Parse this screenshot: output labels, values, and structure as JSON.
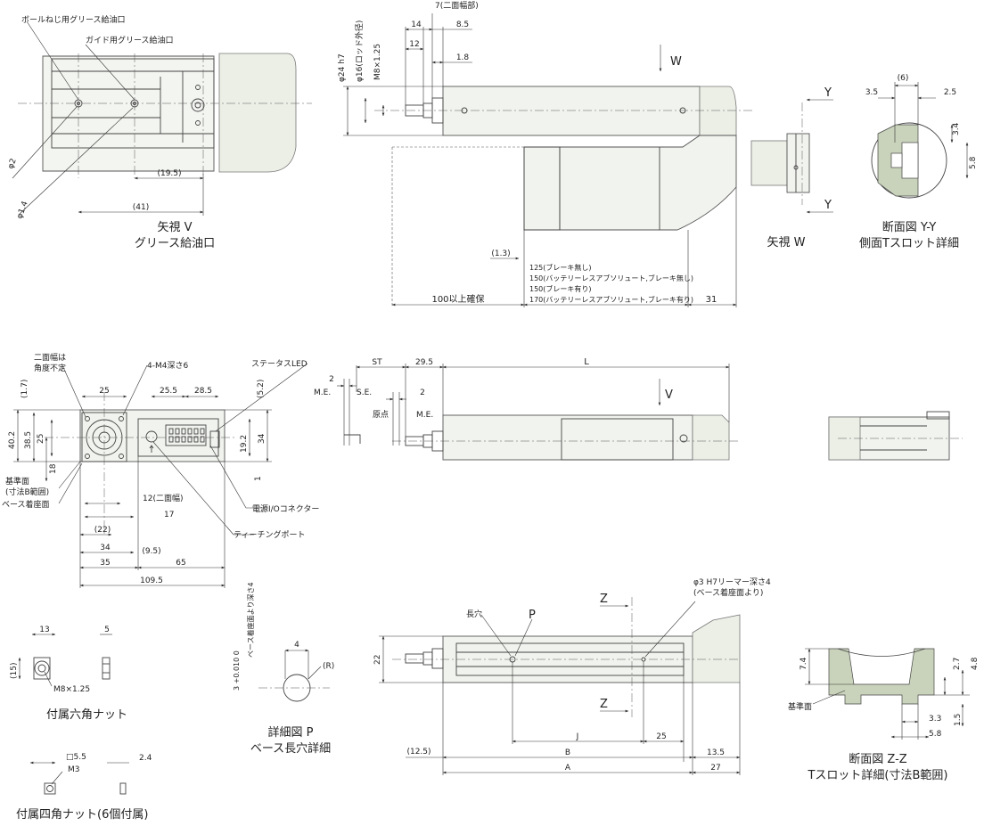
{
  "labels": {
    "view_v_grease_ballscrew": "ボールねじ用グリース給油口",
    "view_v_grease_guide": "ガイド用グリース給油口",
    "view_v_phi2": "φ2",
    "view_v_phi14": "φ1.4",
    "view_v_19_5": "(19.5)",
    "view_v_41": "(41)",
    "view_v_title": "矢視 V",
    "view_v_subtitle": "グリース給油口",
    "top_7": "7(二面幅部)",
    "top_14": "14",
    "top_8_5": "8.5",
    "top_12": "12",
    "top_1_8": "1.8",
    "top_m8": "M8×1.25",
    "top_phi16": "φ16(ロッド外径)",
    "top_phi24": "φ24 h7",
    "top_w": "W",
    "top_1_3": "(1.3)",
    "top_125": "125(ブレーキ無し)",
    "top_150a": "150(バッテリーレスアブソリュート,ブレーキ無し)",
    "top_150b": "150(ブレーキ有り)",
    "top_170": "170(バッテリーレスアブソリュート,ブレーキ有り)",
    "top_100": "100以上確保",
    "top_31": "31",
    "view_w_y1": "Y",
    "view_w_y2": "Y",
    "view_w_title": "矢視 W",
    "yy_6": "(6)",
    "yy_3_5": "3.5",
    "yy_2_5": "2.5",
    "yy_3_4": "3.4",
    "yy_5_8": "5.8",
    "yy_title": "断面図 Y-Y",
    "yy_subtitle": "側面Tスロット詳細",
    "front_nifuku": "二面幅は",
    "front_kakudo": "角度不定",
    "front_m4": "4-M4深さ6",
    "front_status": "ステータスLED",
    "front_1_7": "(1.7)",
    "front_25a": "25",
    "front_25_5": "25.5",
    "front_28_5": "28.5",
    "front_5_2": "(5.2)",
    "front_40_2": "40.2",
    "front_38_5": "38.5",
    "front_25b": "25",
    "front_34": "34",
    "front_19_2": "19.2",
    "front_18": "18",
    "front_1": "1",
    "front_kijunmen": "基準面",
    "front_sunpo_b": "(寸法B範囲)",
    "front_base": "ベース着座面",
    "front_12": "12(二面幅)",
    "front_17": "17",
    "front_22": "(22)",
    "front_34b": "34",
    "front_35": "35",
    "front_9_5": "(9.5)",
    "front_65": "65",
    "front_109_5": "109.5",
    "front_power": "電源I/Oコネクター",
    "front_teaching": "ティーチングポート",
    "side_2a": "2",
    "side_me1": "M.E.",
    "side_se": "S.E.",
    "side_st": "ST",
    "side_29_5": "29.5",
    "side_2b": "2",
    "side_genten": "原点",
    "side_me2": "M.E.",
    "side_l": "L",
    "side_v": "V",
    "nut6_13": "13",
    "nut6_5": "5",
    "nut6_15": "(15)",
    "nut6_m8": "M8×1.25",
    "nut6_title": "付属六角ナット",
    "nut4_sq": "□5.5",
    "nut4_m3": "M3",
    "nut4_2_4": "2.4",
    "nut4_title": "付属四角ナット(6個付属)",
    "p_depth": "ベース着座面より深さ4",
    "p_tol": "3 +0.010 0",
    "p_4": "4",
    "p_r": "(R)",
    "p_title": "詳細図 P",
    "p_subtitle": "ベース長穴詳細",
    "bot_long": "長穴",
    "bot_p": "P",
    "bot_z1": "Z",
    "bot_z2": "Z",
    "bot_reamer": "φ3 H7リーマー深さ4",
    "bot_reamer2": "(ベース着座面より)",
    "bot_22": "22",
    "bot_j": "J",
    "bot_25": "25",
    "bot_12_5": "(12.5)",
    "bot_b": "B",
    "bot_13_5": "13.5",
    "bot_a": "A",
    "bot_27": "27",
    "zz_7_4": "7.4",
    "zz_2_7": "2.7",
    "zz_4_8": "4.8",
    "zz_kijun": "基準面",
    "zz_3_3": "3.3",
    "zz_1_5": "1.5",
    "zz_5_8": "5.8",
    "zz_title": "断面図 Z-Z",
    "zz_subtitle": "Tスロット詳細(寸法B範囲)"
  }
}
